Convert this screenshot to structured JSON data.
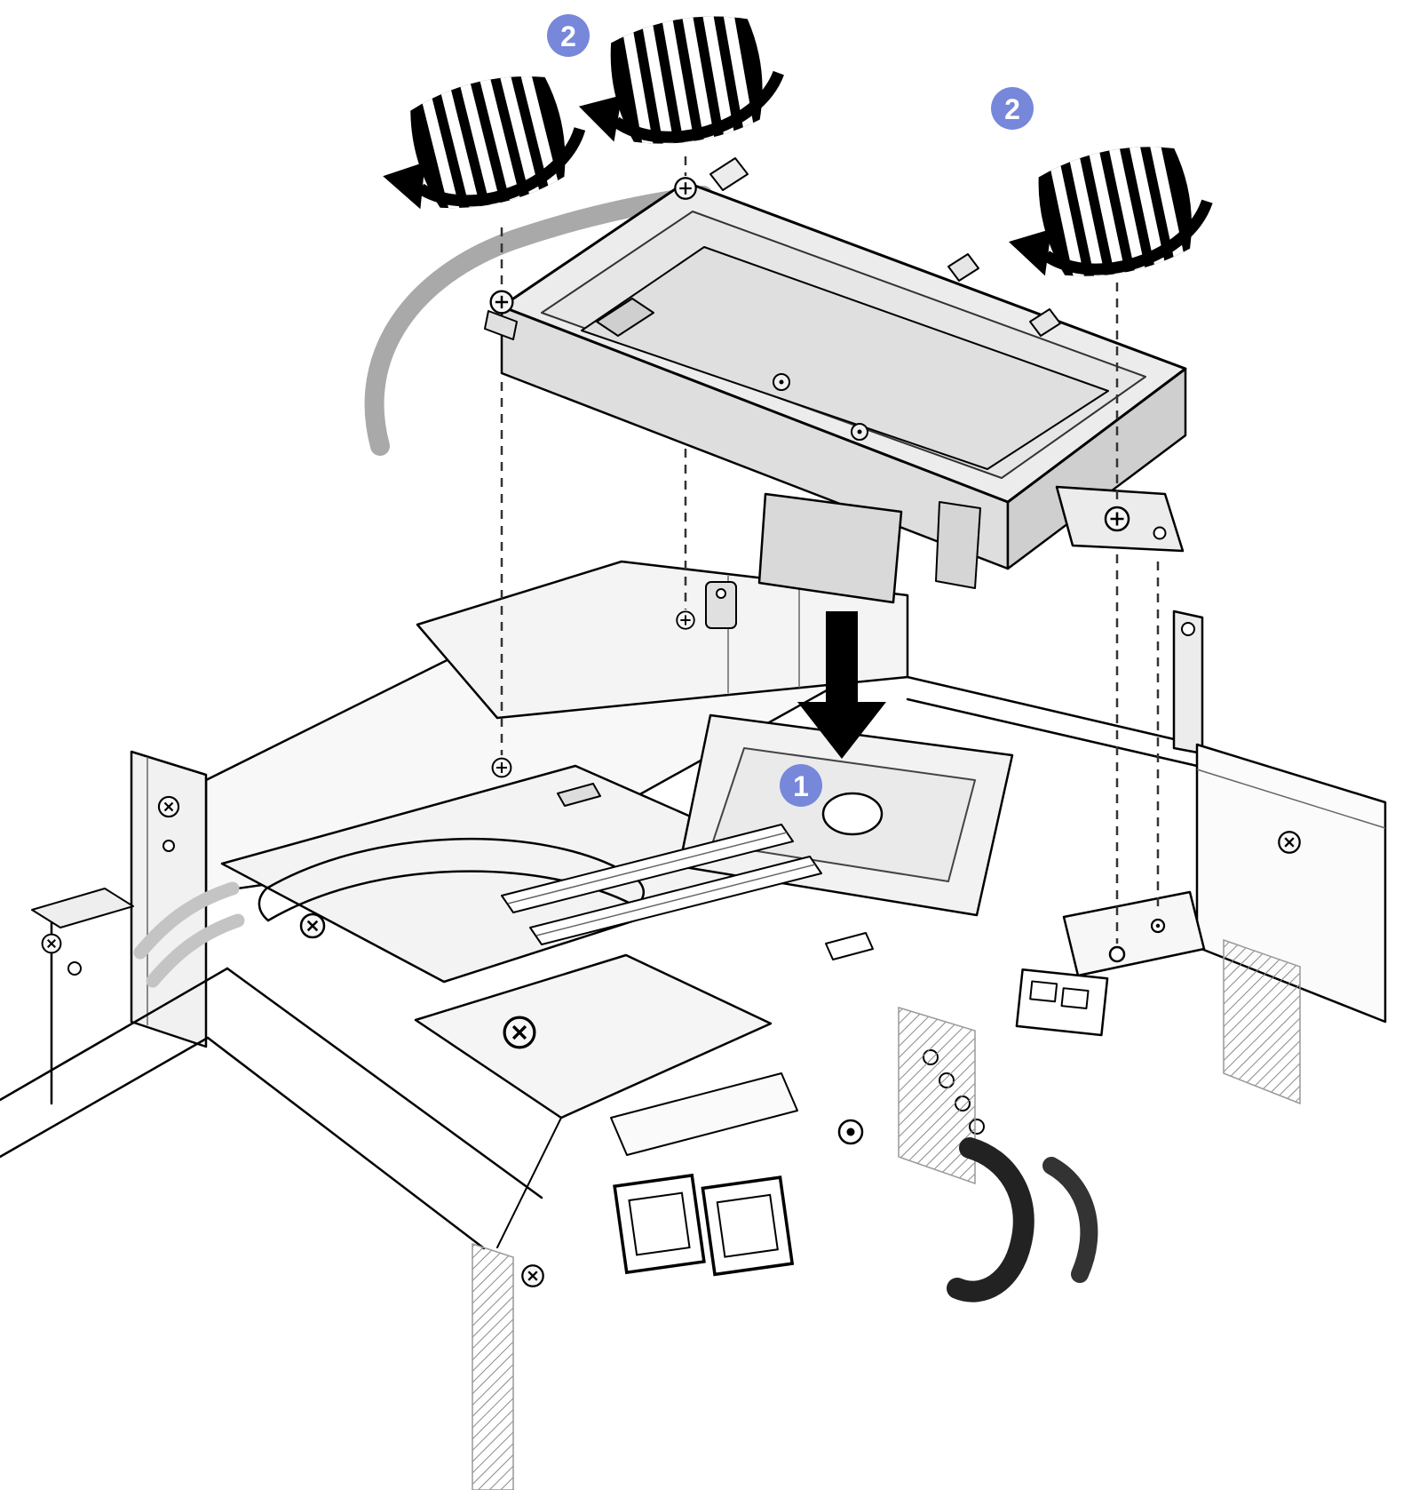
{
  "figure": {
    "background_color": "#ffffff",
    "line_color": "#000000",
    "accent_color": "#7787da",
    "dash_color": "#333333",
    "metal_light": "#ececec",
    "metal_mid": "#d9d9d9",
    "cable_color": "#a9a9a9"
  },
  "callouts": [
    {
      "label": "2"
    },
    {
      "label": "2"
    },
    {
      "label": "1"
    }
  ],
  "icons": {
    "screwdrivers": [
      "turn-screwdriver-icon-left",
      "turn-screwdriver-icon-center",
      "turn-screwdriver-icon-right"
    ],
    "arrow": "insert-down-arrow-icon"
  }
}
